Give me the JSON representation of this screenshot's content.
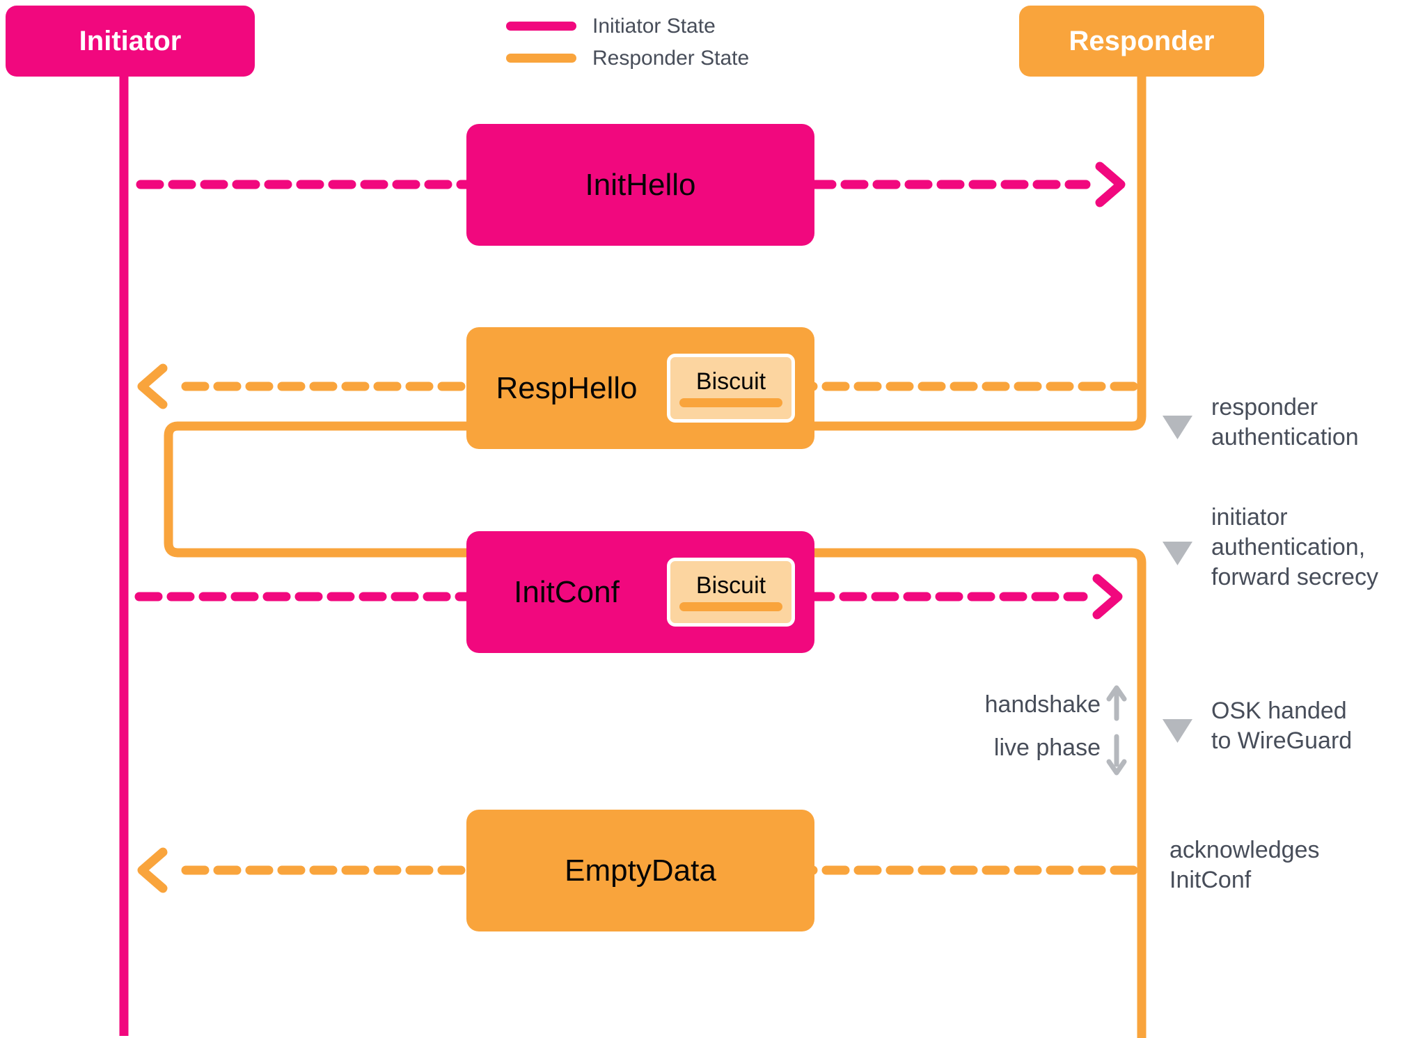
{
  "diagram": {
    "actors": [
      {
        "id": "initiator",
        "label": "Initiator",
        "color": "#F1087E"
      },
      {
        "id": "responder",
        "label": "Responder",
        "color": "#F9A43C"
      }
    ],
    "legend": [
      {
        "label": "Initiator State",
        "color": "#F1087E"
      },
      {
        "label": "Responder State",
        "color": "#F9A43C"
      }
    ],
    "messages": [
      {
        "label": "InitHello",
        "from": "initiator",
        "to": "responder",
        "color": "#F1087E",
        "biscuit": false
      },
      {
        "label": "RespHello",
        "from": "responder",
        "to": "initiator",
        "color": "#F9A43C",
        "biscuit": true,
        "biscuit_label": "Biscuit"
      },
      {
        "label": "InitConf",
        "from": "initiator",
        "to": "responder",
        "color": "#F1087E",
        "biscuit": true,
        "biscuit_label": "Biscuit"
      },
      {
        "label": "EmptyData",
        "from": "responder",
        "to": "initiator",
        "color": "#F9A43C",
        "biscuit": false
      }
    ],
    "annotations": [
      {
        "triangle": true,
        "lines": [
          "responder",
          "authentication"
        ]
      },
      {
        "triangle": true,
        "lines": [
          "initiator",
          "authentication,",
          "forward secrecy"
        ]
      },
      {
        "triangle": true,
        "lines": [
          "OSK handed",
          "to WireGuard"
        ]
      },
      {
        "triangle": false,
        "lines": [
          "acknowledges",
          "InitConf"
        ]
      }
    ],
    "phases": {
      "handshake": "handshake",
      "live_phase": "live phase"
    },
    "colors": {
      "initiator_state": "#F1087E",
      "responder_state": "#F9A43C",
      "biscuit_fill": "#FCD5A0",
      "biscuit_border": "#FFFFFF",
      "box_text": "#050505",
      "annotation_text": "#474D59",
      "triangle": "#B5B8BD",
      "background": "#FFFFFF"
    }
  }
}
